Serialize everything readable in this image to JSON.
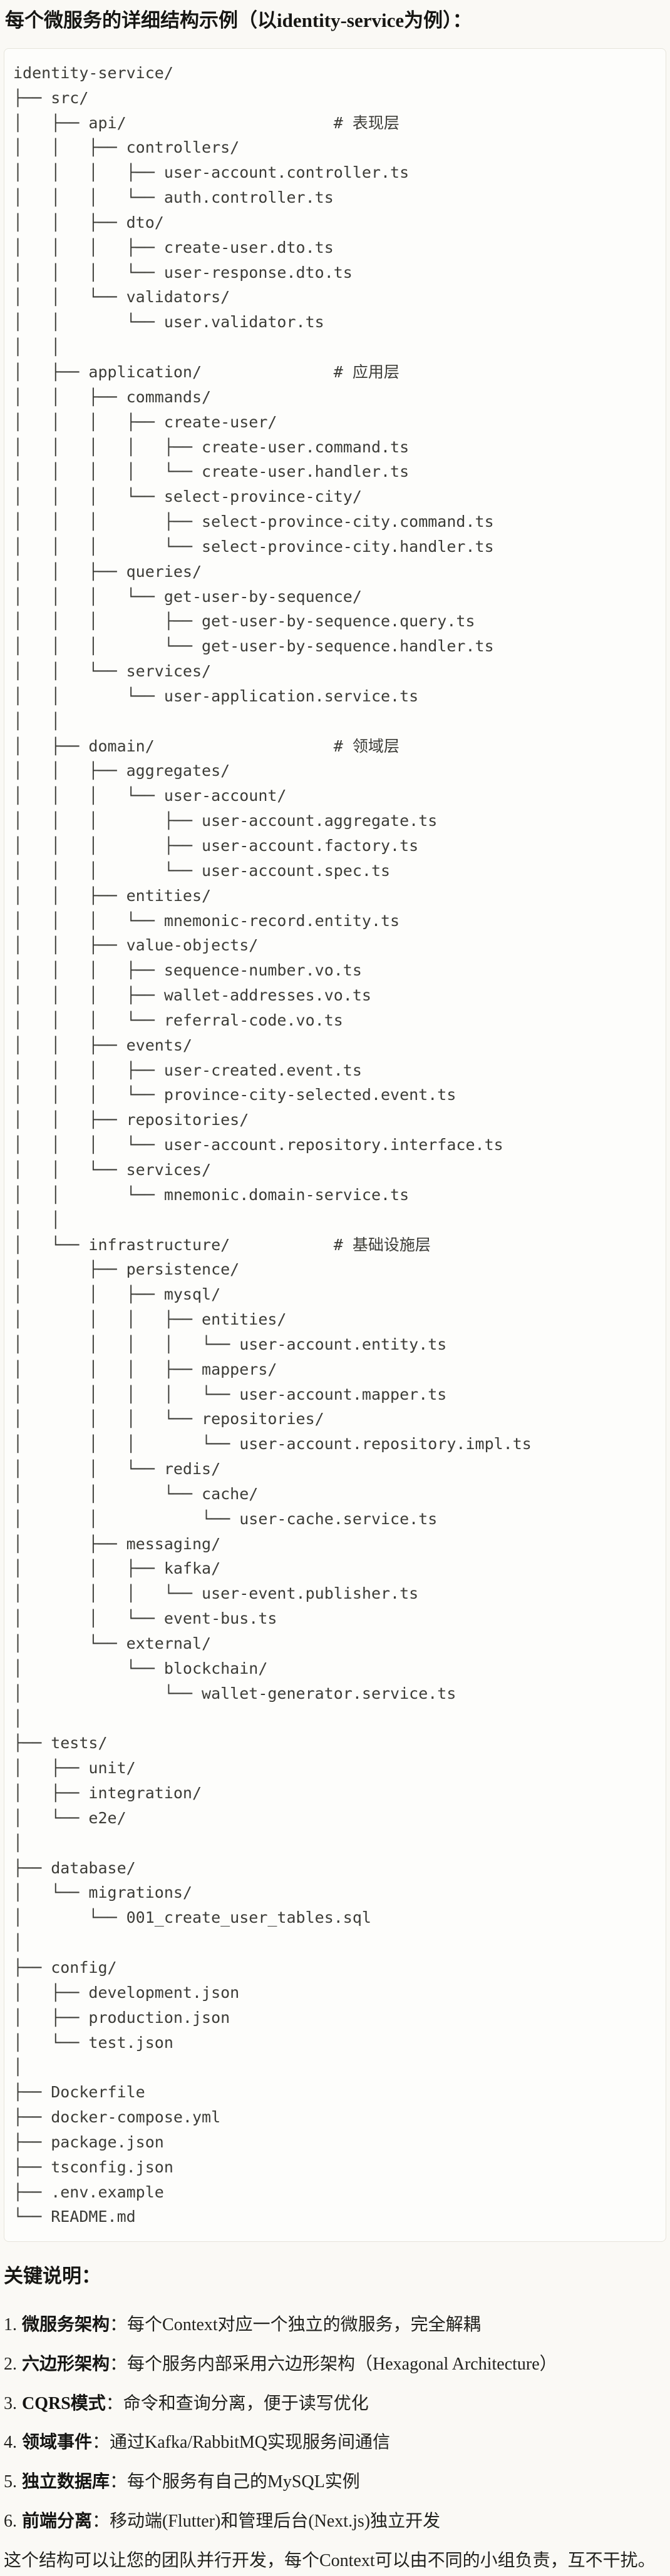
{
  "page": {
    "title": "每个微服务的详细结构示例（以identity-service为例）："
  },
  "colors": {
    "page_background": "#faf9f5",
    "code_block_background": "#fdfdfb",
    "code_block_border": "#e6e4db",
    "code_text": "#3c3c37",
    "body_text": "#22221e"
  },
  "code_block": {
    "content_type": "ascii-file-tree",
    "tree_lines": [
      "identity-service/",
      "├── src/",
      "│   ├── api/                      # 表现层",
      "│   │   ├── controllers/",
      "│   │   │   ├── user-account.controller.ts",
      "│   │   │   └── auth.controller.ts",
      "│   │   ├── dto/",
      "│   │   │   ├── create-user.dto.ts",
      "│   │   │   └── user-response.dto.ts",
      "│   │   └── validators/",
      "│   │       └── user.validator.ts",
      "│   │",
      "│   ├── application/              # 应用层",
      "│   │   ├── commands/",
      "│   │   │   ├── create-user/",
      "│   │   │   │   ├── create-user.command.ts",
      "│   │   │   │   └── create-user.handler.ts",
      "│   │   │   └── select-province-city/",
      "│   │   │       ├── select-province-city.command.ts",
      "│   │   │       └── select-province-city.handler.ts",
      "│   │   ├── queries/",
      "│   │   │   └── get-user-by-sequence/",
      "│   │   │       ├── get-user-by-sequence.query.ts",
      "│   │   │       └── get-user-by-sequence.handler.ts",
      "│   │   └── services/",
      "│   │       └── user-application.service.ts",
      "│   │",
      "│   ├── domain/                   # 领域层",
      "│   │   ├── aggregates/",
      "│   │   │   └── user-account/",
      "│   │   │       ├── user-account.aggregate.ts",
      "│   │   │       ├── user-account.factory.ts",
      "│   │   │       └── user-account.spec.ts",
      "│   │   ├── entities/",
      "│   │   │   └── mnemonic-record.entity.ts",
      "│   │   ├── value-objects/",
      "│   │   │   ├── sequence-number.vo.ts",
      "│   │   │   ├── wallet-addresses.vo.ts",
      "│   │   │   └── referral-code.vo.ts",
      "│   │   ├── events/",
      "│   │   │   ├── user-created.event.ts",
      "│   │   │   └── province-city-selected.event.ts",
      "│   │   ├── repositories/",
      "│   │   │   └── user-account.repository.interface.ts",
      "│   │   └── services/",
      "│   │       └── mnemonic.domain-service.ts",
      "│   │",
      "│   └── infrastructure/           # 基础设施层",
      "│       ├── persistence/",
      "│       │   ├── mysql/",
      "│       │   │   ├── entities/",
      "│       │   │   │   └── user-account.entity.ts",
      "│       │   │   ├── mappers/",
      "│       │   │   │   └── user-account.mapper.ts",
      "│       │   │   └── repositories/",
      "│       │   │       └── user-account.repository.impl.ts",
      "│       │   └── redis/",
      "│       │       └── cache/",
      "│       │           └── user-cache.service.ts",
      "│       ├── messaging/",
      "│       │   ├── kafka/",
      "│       │   │   └── user-event.publisher.ts",
      "│       │   └── event-bus.ts",
      "│       └── external/",
      "│           └── blockchain/",
      "│               └── wallet-generator.service.ts",
      "│",
      "├── tests/",
      "│   ├── unit/",
      "│   ├── integration/",
      "│   └── e2e/",
      "│",
      "├── database/",
      "│   └── migrations/",
      "│       └── 001_create_user_tables.sql",
      "│",
      "├── config/",
      "│   ├── development.json",
      "│   ├── production.json",
      "│   └── test.json",
      "│",
      "├── Dockerfile",
      "├── docker-compose.yml",
      "├── package.json",
      "├── tsconfig.json",
      "├── .env.example",
      "└── README.md"
    ]
  },
  "notes": {
    "heading": "关键说明：",
    "items": [
      {
        "num": "1.",
        "label": "微服务架构",
        "text": "：每个Context对应一个独立的微服务，完全解耦"
      },
      {
        "num": "2.",
        "label": "六边形架构",
        "text": "：每个服务内部采用六边形架构（Hexagonal Architecture）"
      },
      {
        "num": "3.",
        "label": "CQRS模式",
        "text": "：命令和查询分离，便于读写优化"
      },
      {
        "num": "4.",
        "label": "领域事件",
        "text": "：通过Kafka/RabbitMQ实现服务间通信"
      },
      {
        "num": "5.",
        "label": "独立数据库",
        "text": "：每个服务有自己的MySQL实例"
      },
      {
        "num": "6.",
        "label": "前端分离",
        "text": "：移动端(Flutter)和管理后台(Next.js)独立开发"
      }
    ],
    "footer": "这个结构可以让您的团队并行开发，每个Context可以由不同的小组负责，互不干扰。"
  }
}
